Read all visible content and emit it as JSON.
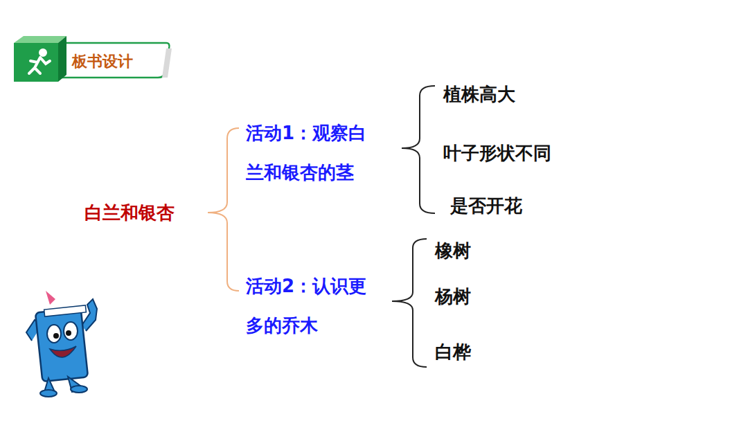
{
  "diagram": {
    "title": "板书设计",
    "labels": [
      "白兰和银杏",
      "活动1：观察白兰和银杏的茎",
      "植株高大",
      "叶子形状不同",
      "是否开花",
      "活动2：认识更多的乔木",
      "橡树",
      "杨树",
      "白桦"
    ]
  }
}
